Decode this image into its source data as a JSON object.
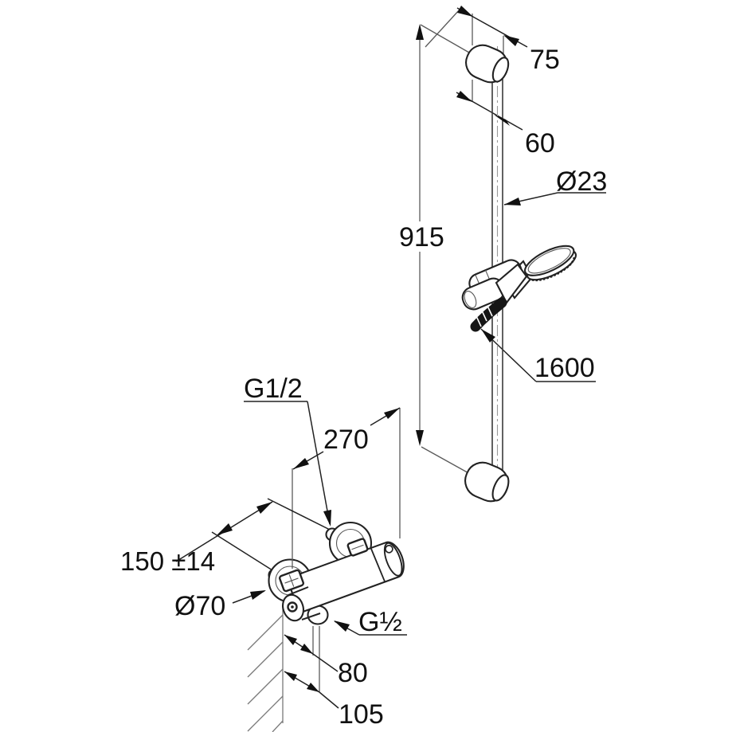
{
  "drawing": {
    "labels": {
      "rail": {
        "bracket_depth": "75",
        "wall_offset": "60",
        "bar_diameter": "Ø23",
        "bar_length": "915",
        "hose_length": "1600"
      },
      "mixer": {
        "top_thread": "G1/2",
        "outlet_rise": "270",
        "inlet_spacing": "150 ±14",
        "rosette_diameter": "Ø70",
        "outlet_thread": "G½",
        "outlet_offset": "80",
        "total_depth": "105"
      }
    },
    "colors": {
      "line": "#222222",
      "auxiliary_line": "#7a7a7a",
      "text": "#111111",
      "background": "#ffffff"
    }
  }
}
